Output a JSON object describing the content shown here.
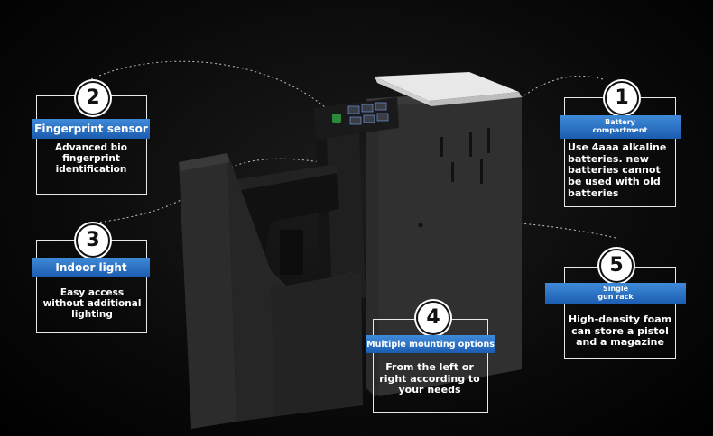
{
  "callouts": [
    {
      "number": "2",
      "title": "Fingerprint sensor",
      "desc": "Advanced bio fingerprint identification"
    },
    {
      "number": "3",
      "title": "Indoor light",
      "desc": "Easy access without additional lighting"
    },
    {
      "number": "4",
      "title": "Multiple mounting options",
      "desc": "From the left or right according to your needs"
    },
    {
      "number": "1",
      "title": "Battery compartment",
      "desc": "Use 4aaa alkaline batteries. new batteries cannot be used with old batteries"
    },
    {
      "number": "5",
      "title": "Single gun rack",
      "desc": "High-density foam can store a pistol and a magazine"
    }
  ],
  "colors": {
    "accent": "#2f76c9",
    "background": "#0d0d0d",
    "safe_body": "#2a2a2a"
  }
}
